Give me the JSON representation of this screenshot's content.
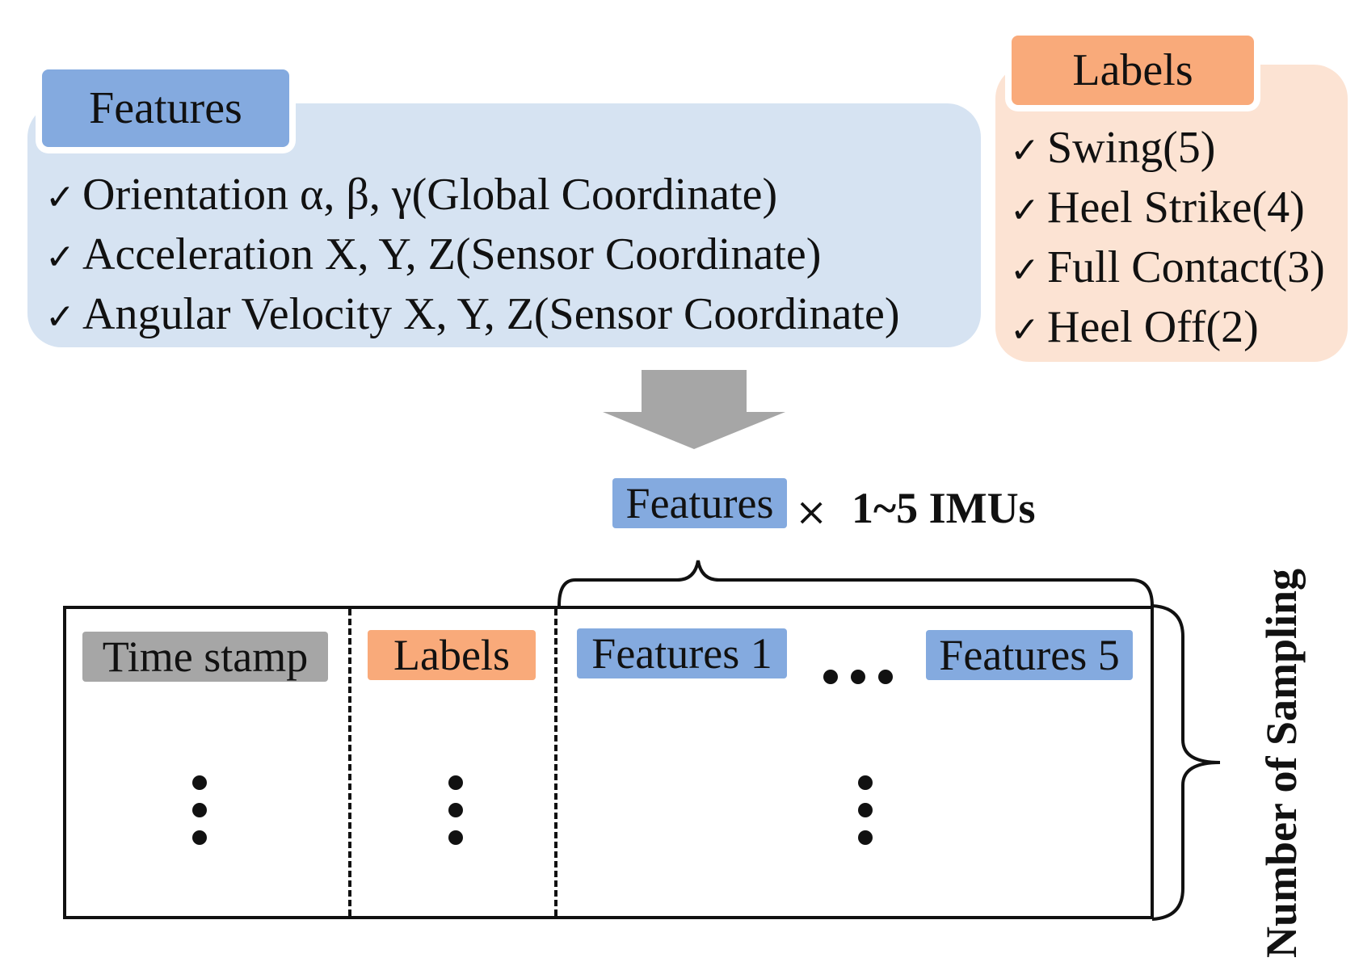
{
  "features_box": {
    "title": "Features",
    "items": [
      "Orientation α, β, γ(Global Coordinate)",
      "Acceleration X, Y, Z(Sensor Coordinate)",
      "Angular Velocity X, Y, Z(Sensor Coordinate)"
    ],
    "check_mark": "✓",
    "color_tab": "#84aadf",
    "color_panel": "#d6e3f2"
  },
  "labels_box": {
    "title": "Labels",
    "items": [
      "Swing(5)",
      "Heel Strike(4)",
      "Full Contact(3)",
      "Heel Off(2)"
    ],
    "check_mark": "✓",
    "color_tab": "#f9aa7a",
    "color_panel": "#fce3d3"
  },
  "arrow": {
    "direction": "down",
    "color": "#a6a6a6"
  },
  "multiplier": {
    "chip_label": "Features",
    "operator": "×",
    "imus_label": "1~5 IMUs"
  },
  "table": {
    "columns": [
      {
        "label": "Time stamp",
        "color": "#a6a6a6"
      },
      {
        "label": "Labels",
        "color": "#f9aa7a"
      },
      {
        "label": "Features 1",
        "color": "#84aadf"
      },
      {
        "label": "Features 5",
        "color": "#84aadf"
      }
    ],
    "ellipsis": "…",
    "rows_label": "Number of Sampling"
  }
}
